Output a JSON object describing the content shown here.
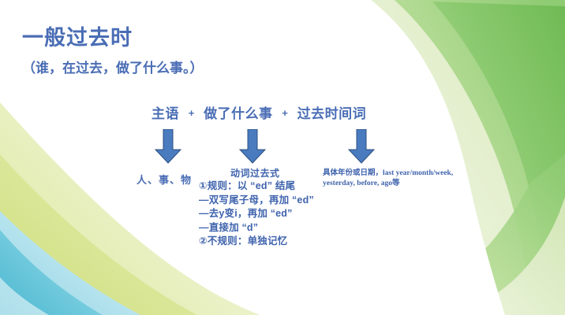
{
  "slide": {
    "title": "一般过去时",
    "subtitle": "（谁，在过去，做了什么事。）",
    "background": {
      "base_color": "#ffffff",
      "green_dark": "#7cc163",
      "green_mid": "#9ed182",
      "green_light": "#c3e0a3",
      "yellow_green": "#d4e08c",
      "yellow_green_light": "#e2ebb0",
      "cyan": "#5bbfd4",
      "cyan_light": "#9ad8e6"
    }
  },
  "formula": {
    "part1": "主语",
    "plus1": "+",
    "part2": "做了什么事",
    "plus2": "+",
    "part3": "过去时间词",
    "text_color": "#4a6db5"
  },
  "arrows": {
    "fill_color": "#4a7bbf",
    "stroke_color": "#2c4f80",
    "count": 3,
    "direction": "down",
    "icon": "arrow-down-icon"
  },
  "columns": {
    "subject": {
      "heading": "人、事、物"
    },
    "verb": {
      "heading": "动词过去式",
      "lines": [
        "①规则：以 “ed” 结尾",
        "—双写尾子母，再加 “ed”",
        "—去y变i，再加 “ed”",
        "—直接加 “d”",
        "②不规则：单独记忆"
      ]
    },
    "time": {
      "line1_cn": "具体年份或日期，",
      "line1_en": "last year/month/week,",
      "line2_en": "yesterday, before, ago",
      "line2_cn": "等"
    }
  }
}
